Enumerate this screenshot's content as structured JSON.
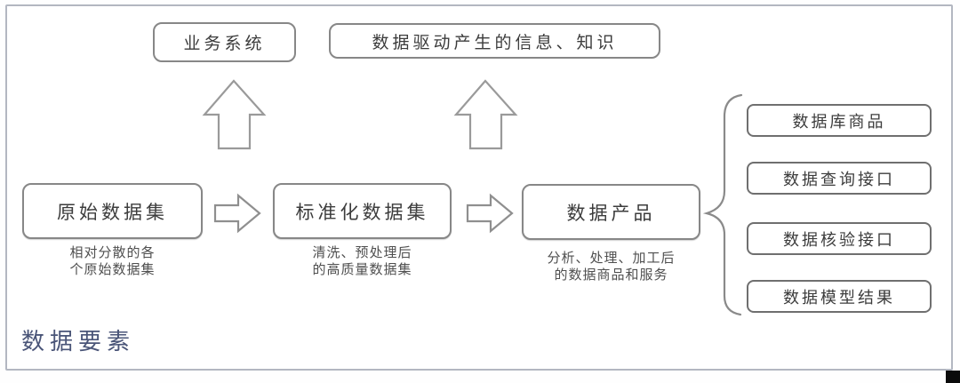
{
  "diagram": {
    "title_label": "数据要素",
    "top_row": {
      "boxes": [
        {
          "label": "业务系统"
        },
        {
          "label": "数据驱动产生的信息、知识"
        }
      ]
    },
    "flow": {
      "nodes": [
        {
          "label": "原始数据集",
          "caption": "相对分散的各\n个原始数据集"
        },
        {
          "label": "标准化数据集",
          "caption": "清洗、预处理后\n的高质量数据集"
        },
        {
          "label": "数据产品",
          "caption": "分析、处理、加工后\n的数据商品和服务"
        }
      ]
    },
    "outputs": {
      "items": [
        {
          "label": "数据库商品"
        },
        {
          "label": "数据查询接口"
        },
        {
          "label": "数据核验接口"
        },
        {
          "label": "数据模型结果"
        }
      ]
    },
    "icons": [
      "up-block-arrow-icon",
      "up-block-arrow-icon",
      "right-block-arrow-icon",
      "right-block-arrow-icon",
      "curly-brace-icon"
    ],
    "colors": {
      "frame_border": "#b3b7c1",
      "box_border": "#878787",
      "output_box_border": "#6f6f6f",
      "arrow_stroke": "#9a9a9a",
      "box_text": "#3c3c3c",
      "caption_text": "#4f4f4f",
      "title_label_text": "#4a5578",
      "background": "#ffffff",
      "corner_mark": "#0b0b0b"
    }
  }
}
